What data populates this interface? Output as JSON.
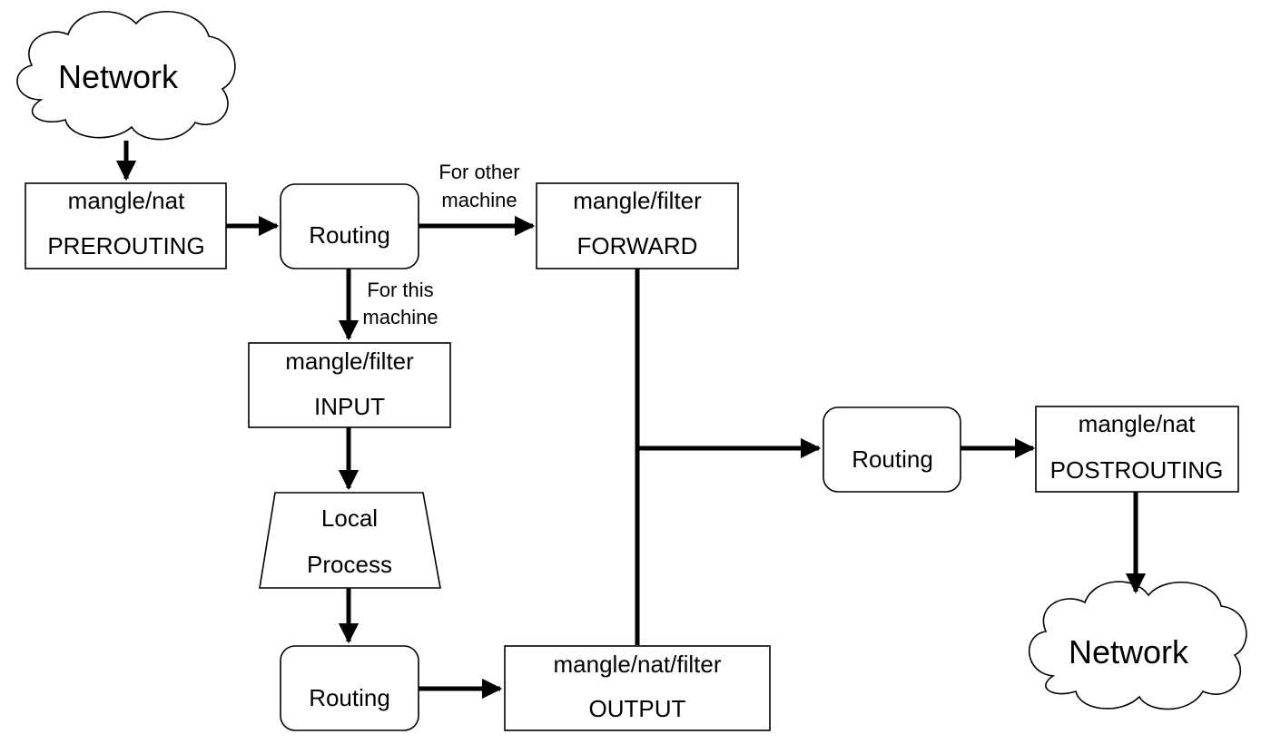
{
  "network_top": "Network",
  "network_bottom": "Network",
  "prerouting": {
    "line1": "mangle/nat",
    "line2": "PREROUTING"
  },
  "routing_main": "Routing",
  "forward": {
    "line1": "mangle/filter",
    "line2": "FORWARD"
  },
  "input": {
    "line1": "mangle/filter",
    "line2": "INPUT"
  },
  "local_process": {
    "line1": "Local",
    "line2": "Process"
  },
  "routing_local": "Routing",
  "output": {
    "line1": "mangle/nat/filter",
    "line2": "OUTPUT"
  },
  "routing_post": "Routing",
  "postrouting": {
    "line1": "mangle/nat",
    "line2": "POSTROUTING"
  },
  "edge_labels": {
    "other_machine": {
      "line1": "For other",
      "line2": "machine"
    },
    "this_machine": {
      "line1": "For this",
      "line2": "machine"
    }
  }
}
